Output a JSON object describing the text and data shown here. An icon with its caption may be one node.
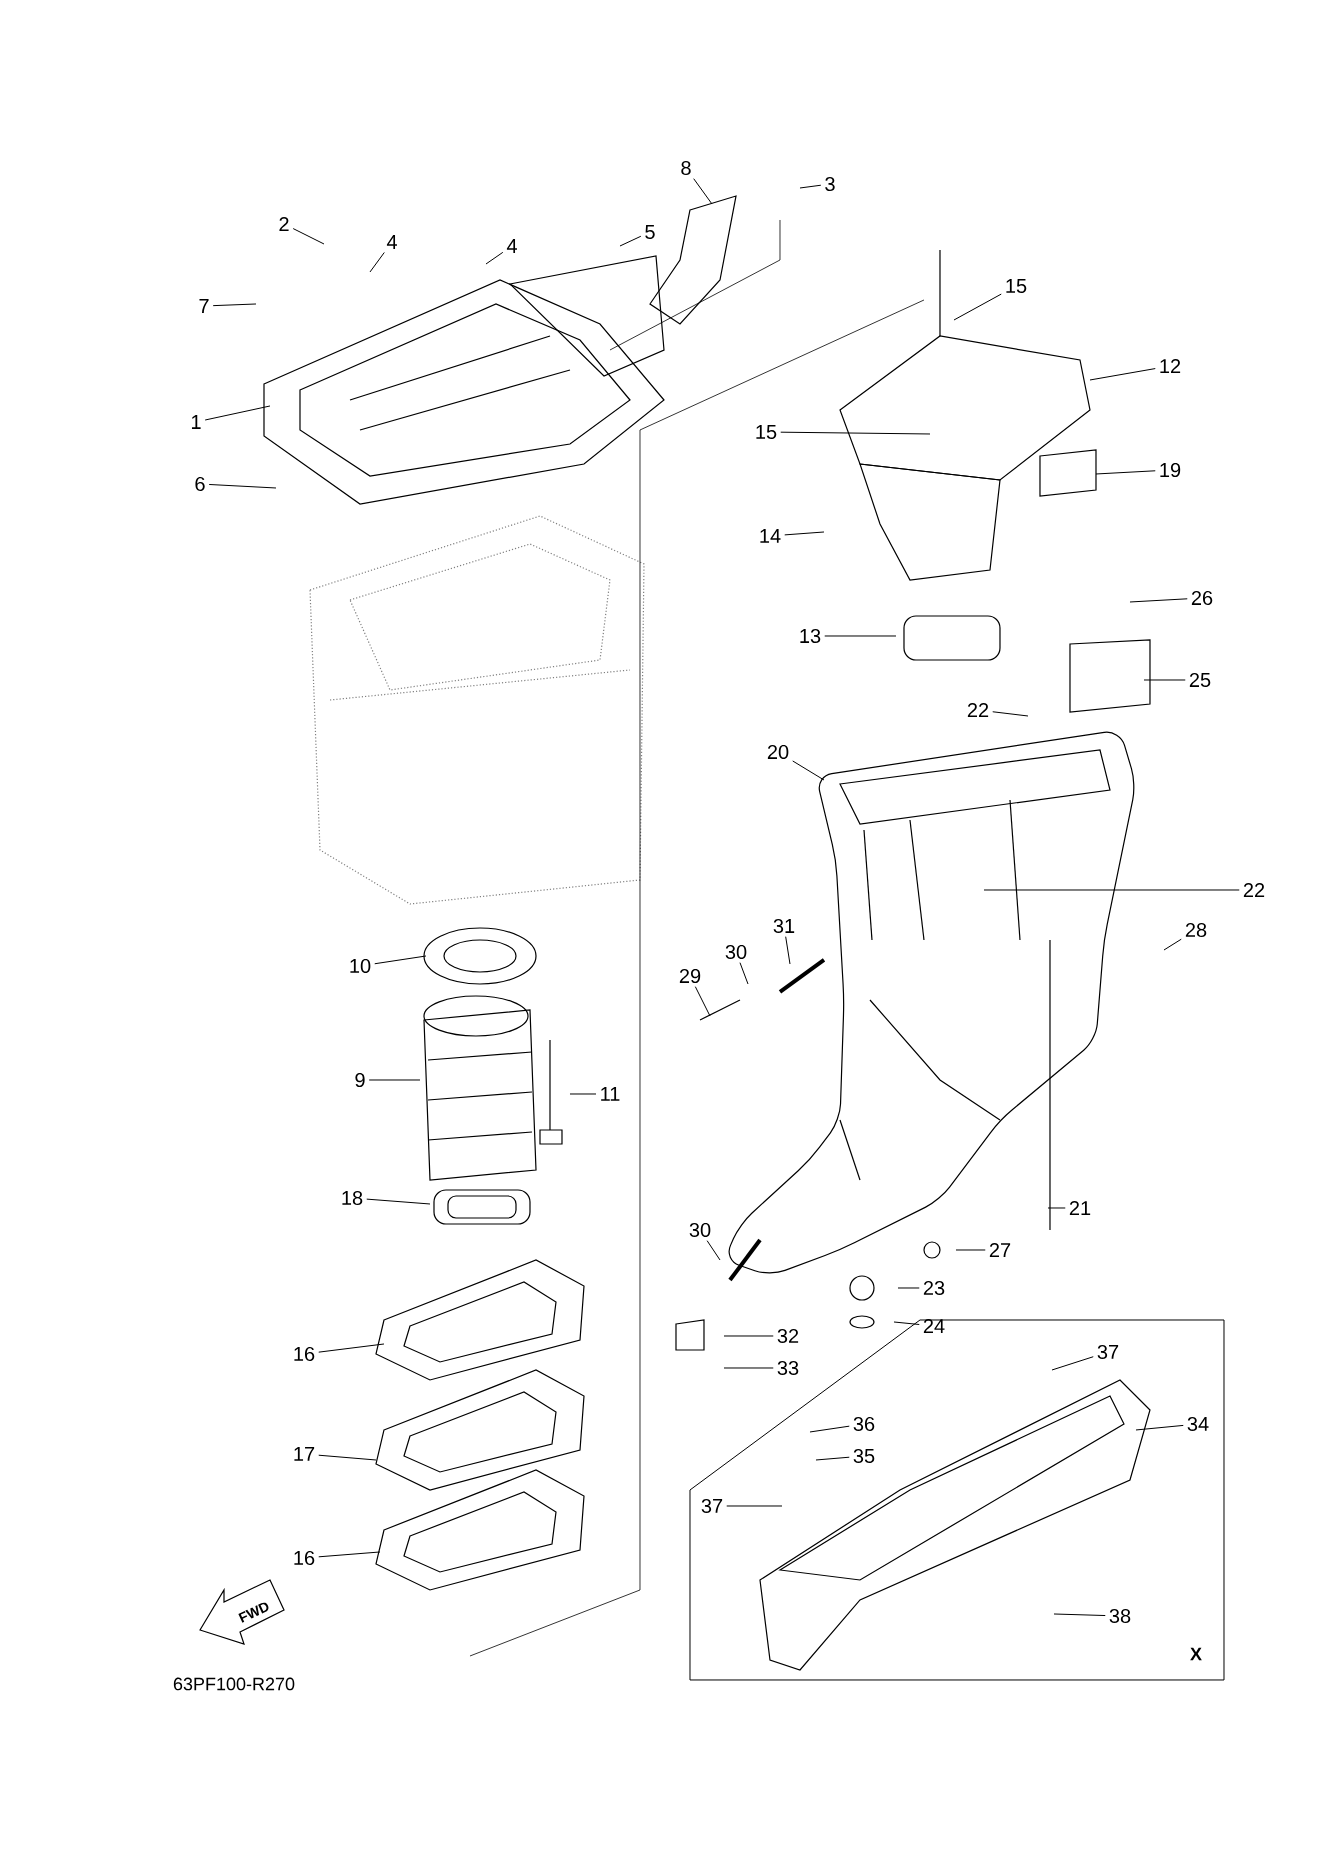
{
  "diagram": {
    "nodes": [
      {
        "text": [
          "1"
        ]
      },
      {
        "text": [
          "2"
        ]
      },
      {
        "text": [
          "3"
        ]
      },
      {
        "text": [
          "4"
        ]
      },
      {
        "text": [
          "4"
        ]
      },
      {
        "text": [
          "5"
        ]
      },
      {
        "text": [
          "6"
        ]
      },
      {
        "text": [
          "7"
        ]
      },
      {
        "text": [
          "8"
        ]
      },
      {
        "text": [
          "9"
        ]
      },
      {
        "text": [
          "10"
        ]
      },
      {
        "text": [
          "11"
        ]
      },
      {
        "text": [
          "12"
        ]
      },
      {
        "text": [
          "13"
        ]
      },
      {
        "text": [
          "14"
        ]
      },
      {
        "text": [
          "15"
        ]
      },
      {
        "text": [
          "15"
        ]
      },
      {
        "text": [
          "16"
        ]
      },
      {
        "text": [
          "16"
        ]
      },
      {
        "text": [
          "17"
        ]
      },
      {
        "text": [
          "18"
        ]
      },
      {
        "text": [
          "19"
        ]
      },
      {
        "text": [
          "20"
        ]
      },
      {
        "text": [
          "21"
        ]
      },
      {
        "text": [
          "22"
        ]
      },
      {
        "text": [
          "22"
        ]
      },
      {
        "text": [
          "23"
        ]
      },
      {
        "text": [
          "24"
        ]
      },
      {
        "text": [
          "25"
        ]
      },
      {
        "text": [
          "26"
        ]
      },
      {
        "text": [
          "27"
        ]
      },
      {
        "text": [
          "28"
        ]
      },
      {
        "text": [
          "29"
        ]
      },
      {
        "text": [
          "30"
        ]
      },
      {
        "text": [
          "30"
        ]
      },
      {
        "text": [
          "31"
        ]
      },
      {
        "text": [
          "32"
        ]
      },
      {
        "text": [
          "33"
        ]
      },
      {
        "text": [
          "34"
        ]
      },
      {
        "text": [
          "35"
        ]
      },
      {
        "text": [
          "36"
        ]
      },
      {
        "text": [
          "37"
        ]
      },
      {
        "text": [
          "37"
        ]
      },
      {
        "text": [
          "38"
        ]
      }
    ],
    "edges": [
      {
        "from": 0,
        "to": null,
        "arrow": "none"
      },
      {
        "from": 1,
        "to": null,
        "arrow": "none"
      },
      {
        "from": 2,
        "to": null,
        "arrow": "none"
      },
      {
        "from": 3,
        "to": null,
        "arrow": "none"
      },
      {
        "from": 4,
        "to": null,
        "arrow": "none"
      },
      {
        "from": 5,
        "to": null,
        "arrow": "none"
      },
      {
        "from": 6,
        "to": null,
        "arrow": "none"
      },
      {
        "from": 7,
        "to": null,
        "arrow": "none"
      },
      {
        "from": 8,
        "to": null,
        "arrow": "none"
      },
      {
        "from": 9,
        "to": null,
        "arrow": "none"
      },
      {
        "from": 10,
        "to": null,
        "arrow": "none"
      },
      {
        "from": 11,
        "to": null,
        "arrow": "none"
      },
      {
        "from": 12,
        "to": null,
        "arrow": "none"
      },
      {
        "from": 13,
        "to": null,
        "arrow": "none"
      },
      {
        "from": 14,
        "to": null,
        "arrow": "none"
      },
      {
        "from": 15,
        "to": null,
        "arrow": "none"
      },
      {
        "from": 16,
        "to": null,
        "arrow": "none"
      },
      {
        "from": 17,
        "to": null,
        "arrow": "none"
      },
      {
        "from": 18,
        "to": null,
        "arrow": "none"
      },
      {
        "from": 19,
        "to": null,
        "arrow": "none"
      },
      {
        "from": 20,
        "to": null,
        "arrow": "none"
      },
      {
        "from": 21,
        "to": null,
        "arrow": "none"
      },
      {
        "from": 22,
        "to": null,
        "arrow": "none"
      },
      {
        "from": 23,
        "to": null,
        "arrow": "none"
      },
      {
        "from": 24,
        "to": null,
        "arrow": "none"
      },
      {
        "from": 25,
        "to": null,
        "arrow": "none"
      },
      {
        "from": 26,
        "to": null,
        "arrow": "none"
      },
      {
        "from": 27,
        "to": null,
        "arrow": "none"
      },
      {
        "from": 28,
        "to": null,
        "arrow": "none"
      },
      {
        "from": 29,
        "to": null,
        "arrow": "none"
      },
      {
        "from": 30,
        "to": null,
        "arrow": "none"
      },
      {
        "from": 31,
        "to": null,
        "arrow": "none"
      },
      {
        "from": 32,
        "to": null,
        "arrow": "none"
      },
      {
        "from": 33,
        "to": null,
        "arrow": "none"
      },
      {
        "from": 34,
        "to": null,
        "arrow": "none"
      },
      {
        "from": 35,
        "to": null,
        "arrow": "none"
      },
      {
        "from": 36,
        "to": null,
        "arrow": "none"
      },
      {
        "from": 37,
        "to": null,
        "arrow": "none"
      },
      {
        "from": 38,
        "to": null,
        "arrow": "none"
      },
      {
        "from": 39,
        "to": null,
        "arrow": "none"
      },
      {
        "from": 40,
        "to": null,
        "arrow": "none"
      },
      {
        "from": 41,
        "to": null,
        "arrow": "none"
      },
      {
        "from": 42,
        "to": null,
        "arrow": "none"
      },
      {
        "from": 43,
        "to": null,
        "arrow": "none"
      }
    ],
    "labels": [
      "FWD",
      "63PF100-R270",
      "X"
    ]
  }
}
